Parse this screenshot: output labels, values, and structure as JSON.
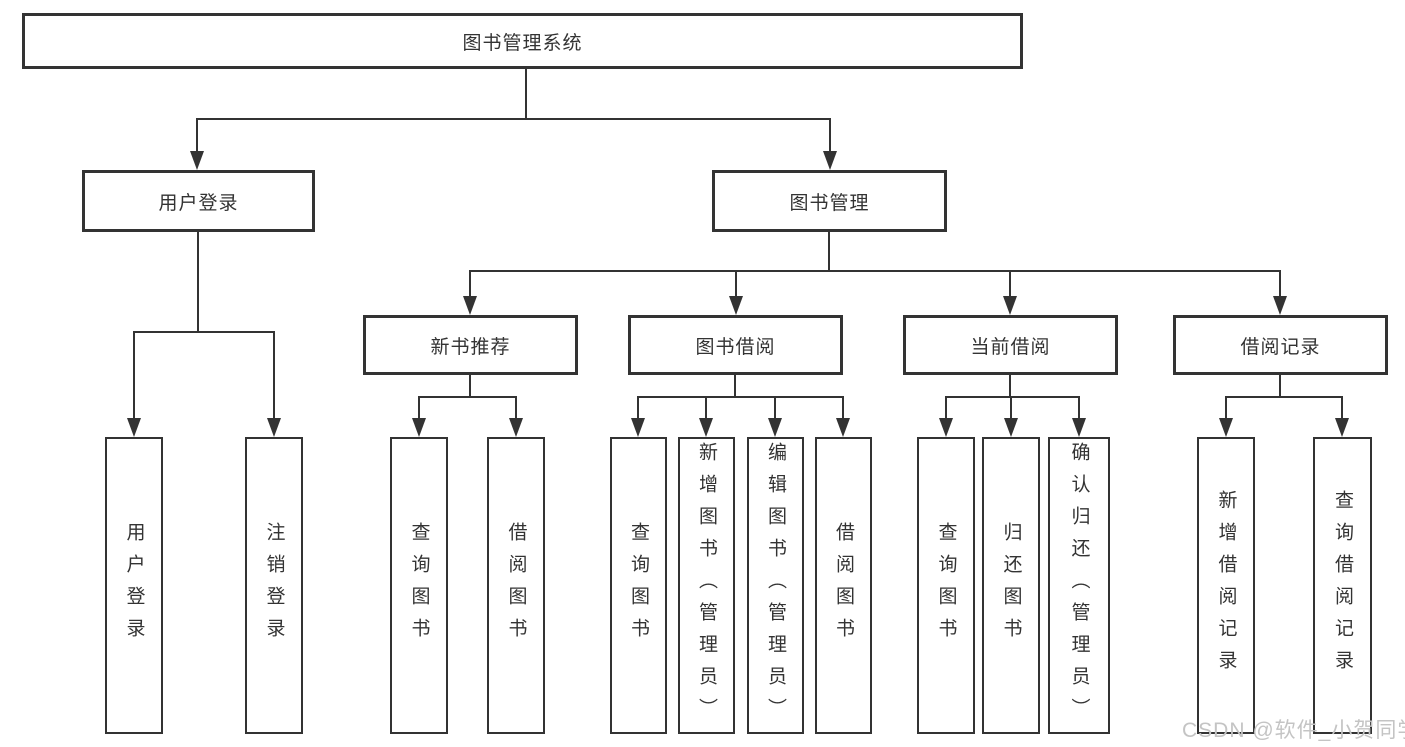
{
  "diagram": {
    "title": "图书管理系统",
    "branches": [
      {
        "label": "用户登录",
        "leaves": [
          {
            "label": "用户登录"
          },
          {
            "label": "注销登录"
          }
        ]
      },
      {
        "label": "图书管理",
        "groups": [
          {
            "label": "新书推荐",
            "leaves": [
              {
                "label": "查询图书"
              },
              {
                "label": "借阅图书"
              }
            ]
          },
          {
            "label": "图书借阅",
            "leaves": [
              {
                "label": "查询图书"
              },
              {
                "label": "新增图书（管理员）"
              },
              {
                "label": "编辑图书（管理员）"
              },
              {
                "label": "借阅图书"
              }
            ]
          },
          {
            "label": "当前借阅",
            "leaves": [
              {
                "label": "查询图书"
              },
              {
                "label": "归还图书"
              },
              {
                "label": "确认归还（管理员）"
              }
            ]
          },
          {
            "label": "借阅记录",
            "leaves": [
              {
                "label": "新增借阅记录"
              },
              {
                "label": "查询借阅记录"
              }
            ]
          }
        ]
      }
    ]
  },
  "watermark": {
    "text": "CSDN @软件_小贺同学"
  },
  "colors": {
    "line": "#333333",
    "text": "#333333",
    "background": "#ffffff",
    "watermark": "#c4c4c4"
  }
}
